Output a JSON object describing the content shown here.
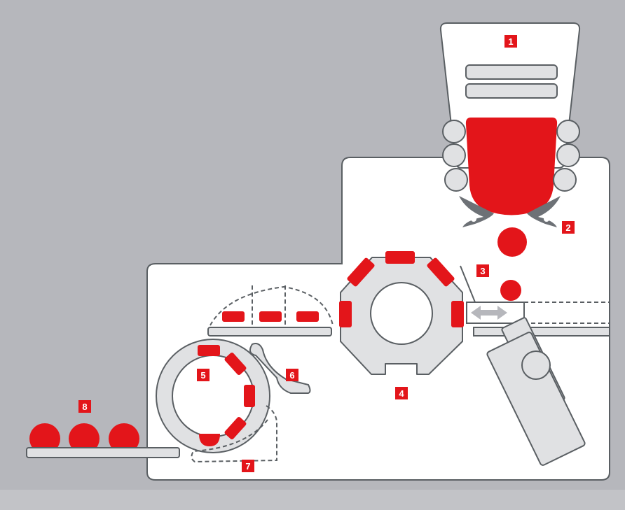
{
  "diagram": {
    "colors": {
      "background": "#b6b7bc",
      "machine_body": "#ffffff",
      "outline": "#555a5e",
      "light_gray": "#d9dadc",
      "dark_gray": "#6d7176",
      "accent_red": "#e3151a"
    },
    "labels": {
      "hopper": "1",
      "feeder_rollers": "2",
      "guide": "3",
      "die_wheel": "4",
      "rotary_drum": "5",
      "ejector": "6",
      "chute": "7",
      "output_products": "8"
    }
  }
}
